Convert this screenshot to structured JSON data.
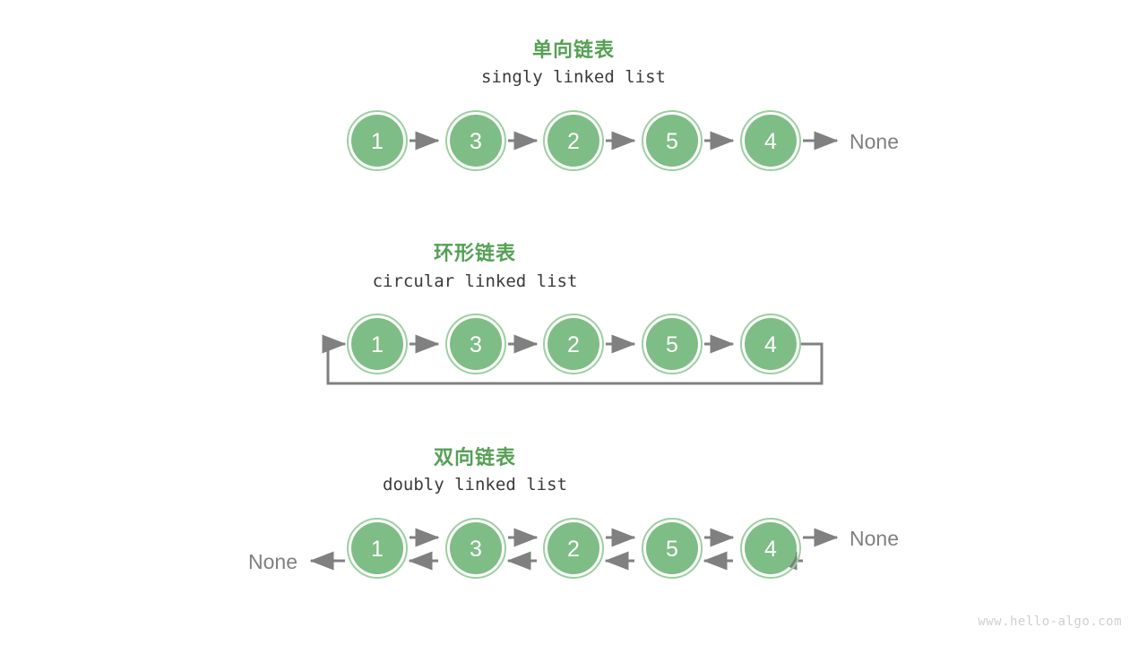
{
  "watermark": "www.hello-algo.com",
  "palette": {
    "node_fill": "#7ebd86",
    "node_ring": "#ffffff",
    "node_outer_ring": "#9ccfa0",
    "arrow": "#808080",
    "title_green": "#55a055",
    "subtitle_gray": "#3a3a3a",
    "none_gray": "#808080",
    "watermark_gray": "#cfcfcf",
    "background": "#ffffff"
  },
  "sections": [
    {
      "id": "singly",
      "title": "单向链表",
      "subtitle": "singly linked list",
      "nodes": [
        "1",
        "3",
        "2",
        "5",
        "4"
      ],
      "tail_label": "None",
      "head_label": null
    },
    {
      "id": "circular",
      "title": "环形链表",
      "subtitle": "circular linked list",
      "nodes": [
        "1",
        "3",
        "2",
        "5",
        "4"
      ],
      "tail_label": null,
      "head_label": null
    },
    {
      "id": "doubly",
      "title": "双向链表",
      "subtitle": "doubly linked list",
      "nodes": [
        "1",
        "3",
        "2",
        "5",
        "4"
      ],
      "tail_label": "None",
      "head_label": "None"
    }
  ]
}
